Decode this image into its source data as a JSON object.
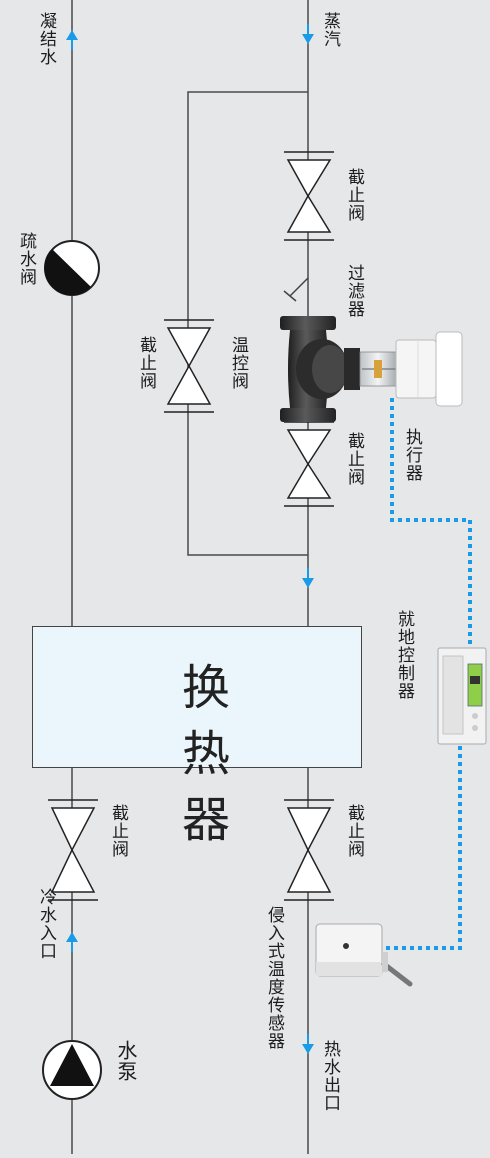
{
  "labels": {
    "condensate": "凝结水",
    "steam": "蒸汽",
    "trap": "疏水阀",
    "stop_valve_top": "截止阀",
    "filter": "过滤器",
    "temp_valve": "温控阀",
    "bypass_valve": "截止阀",
    "stop_valve_mid": "截止阀",
    "actuator": "执行器",
    "local_controller": "就地控制器",
    "heat_exchanger": "换热器",
    "stop_valve_cold": "截止阀",
    "cold_inlet": "冷水入口",
    "pump": "水泵",
    "stop_valve_hot": "截止阀",
    "sensor": "侵入式温度传感器",
    "hot_outlet": "热水出口"
  },
  "colors": {
    "background": "#e6e7e9",
    "pipe": "#4a4a4a",
    "flow_arrow": "#1a9be8",
    "signal_line": "#1a9be8",
    "exchanger_fill": "#eaf6fc"
  }
}
